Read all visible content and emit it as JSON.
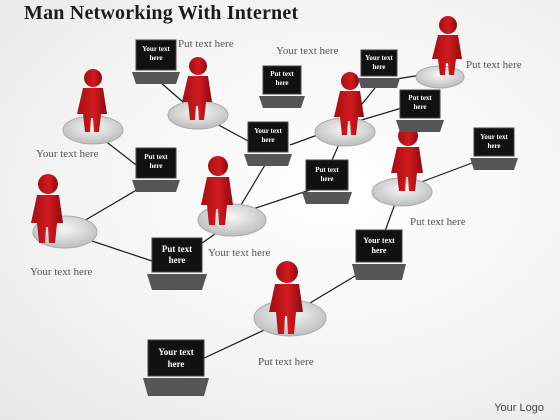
{
  "title": "Man Networking With Internet",
  "logo": "Your Logo",
  "labels": [
    {
      "id": "lbl-1",
      "text": "Put text here"
    },
    {
      "id": "lbl-2",
      "text": "Your text here"
    },
    {
      "id": "lbl-3",
      "text": "Put text here"
    },
    {
      "id": "lbl-4",
      "text": "Your text here"
    },
    {
      "id": "lbl-5",
      "text": "Put text here"
    },
    {
      "id": "lbl-6",
      "text": "Your text here"
    },
    {
      "id": "lbl-7",
      "text": "Your text here"
    },
    {
      "id": "lbl-8",
      "text": "Put text here"
    }
  ],
  "screens": [
    {
      "id": "scr-1",
      "line1": "Your text",
      "line2": "here"
    },
    {
      "id": "scr-2",
      "line1": "Put text",
      "line2": "here"
    },
    {
      "id": "scr-3",
      "line1": "Your text",
      "line2": "here"
    },
    {
      "id": "scr-4",
      "line1": "Put text",
      "line2": "here"
    },
    {
      "id": "scr-5",
      "line1": "Your text",
      "line2": "here"
    },
    {
      "id": "scr-6",
      "line1": "Put text",
      "line2": "here"
    },
    {
      "id": "scr-7",
      "line1": "Put text",
      "line2": "here"
    },
    {
      "id": "scr-8",
      "line1": "Your text",
      "line2": "here"
    },
    {
      "id": "scr-9",
      "line1": "Put text",
      "line2": "here"
    },
    {
      "id": "scr-10",
      "line1": "Your text",
      "line2": "here"
    },
    {
      "id": "scr-11",
      "line1": "Your text",
      "line2": "here"
    }
  ],
  "colors": {
    "figure": "#c0141a",
    "figure_dark": "#8e0c10",
    "platform": "#d9d9d9",
    "laptop": "#2a2a2a",
    "screen": "#0d0d0d",
    "line": "#1a1a1a"
  }
}
